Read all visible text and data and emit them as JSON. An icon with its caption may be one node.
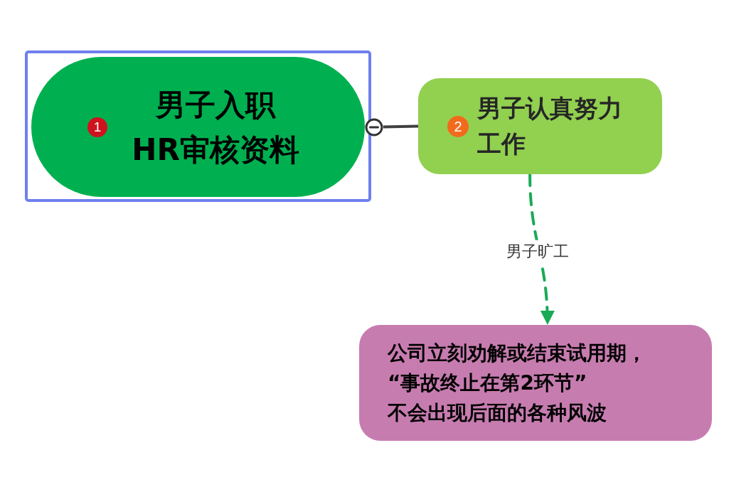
{
  "diagram": {
    "nodes": [
      {
        "text": [
          "1",
          "男子入职 HR审核资料"
        ]
      },
      {
        "text": [
          "2",
          "男子认真努力工作"
        ]
      },
      {
        "text": [
          "公司立刻劝解或结束试用期，",
          "“事故终止在第2环节”",
          "不会出现后面的各种风波"
        ]
      }
    ],
    "edges": [
      {
        "from": 0,
        "to": 1,
        "arrow": "none"
      },
      {
        "from": 1,
        "to": 2,
        "arrow": "to",
        "label": "男子旷工",
        "style": "dashed",
        "color": "#1aaa55"
      }
    ]
  }
}
